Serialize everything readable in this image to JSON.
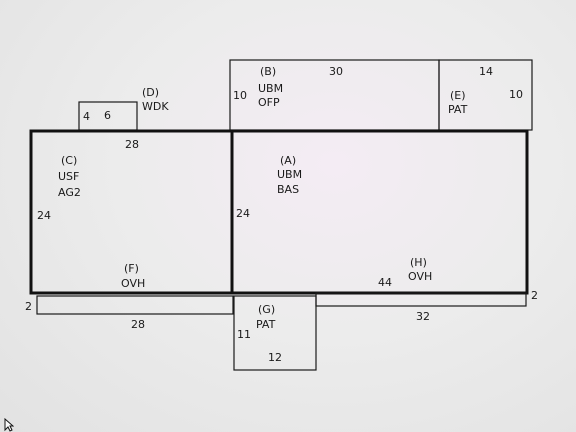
{
  "areas": {
    "A": {
      "code": "(A)",
      "line1": "UBM",
      "line2": "BAS"
    },
    "B": {
      "code": "(B)",
      "line1": "UBM",
      "line2": "OFP"
    },
    "C": {
      "code": "(C)",
      "line1": "USF",
      "line2": "AG2"
    },
    "D": {
      "code": "(D)",
      "line1": "WDK"
    },
    "E": {
      "code": "(E)",
      "line1": "PAT"
    },
    "F": {
      "code": "(F)",
      "line1": "OVH"
    },
    "G": {
      "code": "(G)",
      "line1": "PAT"
    },
    "H": {
      "code": "(H)",
      "line1": "OVH"
    }
  },
  "dimensions": {
    "b_width": "30",
    "b_height": "10",
    "e_width": "14",
    "e_height": "10",
    "d_height": "4",
    "d_width": "6",
    "c_width": "28",
    "c_height": "24",
    "a_height": "24",
    "h_width": "44",
    "f_right_overhang": "2",
    "f_width": "28",
    "h_right_overhang": "2",
    "h_bottom_width": "32",
    "g_height": "11",
    "g_width": "12"
  }
}
